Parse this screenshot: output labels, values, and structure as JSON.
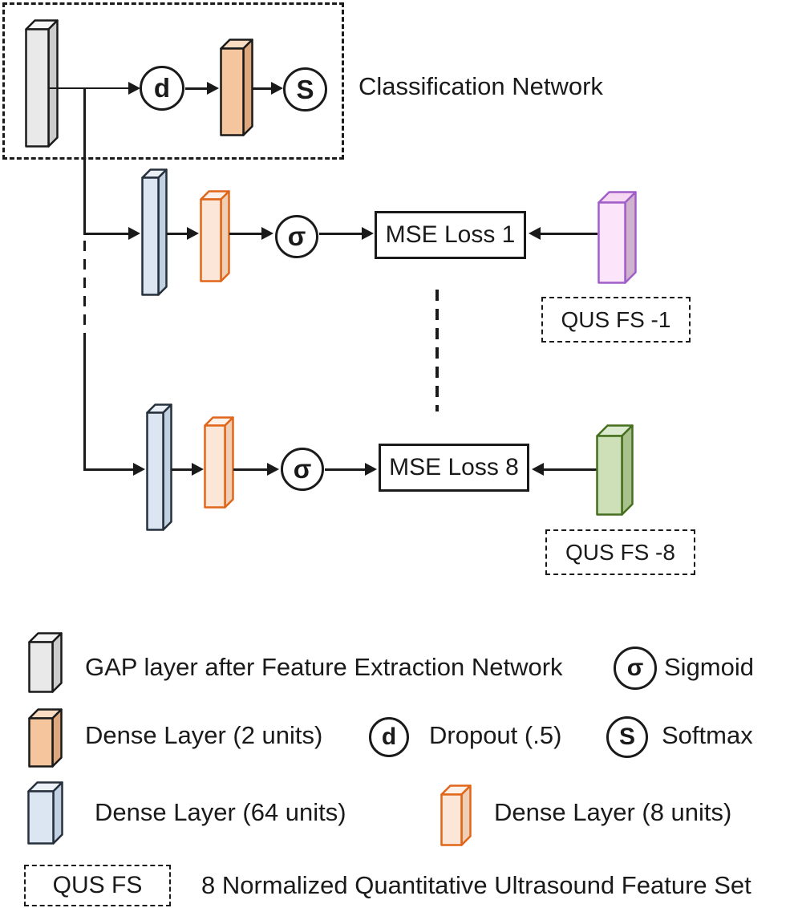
{
  "colors": {
    "ink": "#1a1a1a",
    "background": "#ffffff"
  },
  "bar_styles": {
    "gap": {
      "front": "#e9e9e9",
      "top": "#f5f5f5",
      "side": "#cccccc",
      "stroke": "#1a1a1a"
    },
    "dense2": {
      "front": "#f5c59e",
      "top": "#f9dcc2",
      "side": "#dfa87c",
      "stroke": "#1a1a1a"
    },
    "dense64": {
      "front": "#dbe6f2",
      "top": "#ecf1f8",
      "side": "#c2d1e2",
      "stroke": "#26303c"
    },
    "dense8": {
      "front": "#fbe6d7",
      "top": "#fdf2e9",
      "side": "#efd0b6",
      "stroke": "#e0661a"
    },
    "qus1": {
      "front": "#fce4fa",
      "top": "#f6d8f2",
      "side": "#cfb3cc",
      "stroke": "#a15ec9"
    },
    "qus8": {
      "front": "#cde0b8",
      "top": "#dcead0",
      "side": "#a9c28d",
      "stroke": "#456f1e"
    }
  },
  "classification": {
    "label": "Classification Network",
    "dropout_symbol": "d",
    "softmax_symbol": "S"
  },
  "rows": [
    {
      "sigma_symbol": "σ",
      "mse_label": "MSE Loss 1",
      "qus_label": "QUS FS -1"
    },
    {
      "sigma_symbol": "σ",
      "mse_label": "MSE Loss 8",
      "qus_label": "QUS FS -8"
    }
  ],
  "legend": {
    "gap_label": "GAP layer after Feature Extraction Network",
    "sigmoid_symbol": "σ",
    "sigmoid_label": "Sigmoid",
    "dense2_label": "Dense Layer (2 units)",
    "dropout_symbol": "d",
    "dropout_label": "Dropout (.5)",
    "softmax_symbol": "S",
    "softmax_label": "Softmax",
    "dense64_label": "Dense Layer (64 units)",
    "dense8_label": "Dense Layer (8 units)",
    "qus_box_label": "QUS FS",
    "qus_set_label": "8 Normalized Quantitative Ultrasound Feature Set"
  }
}
